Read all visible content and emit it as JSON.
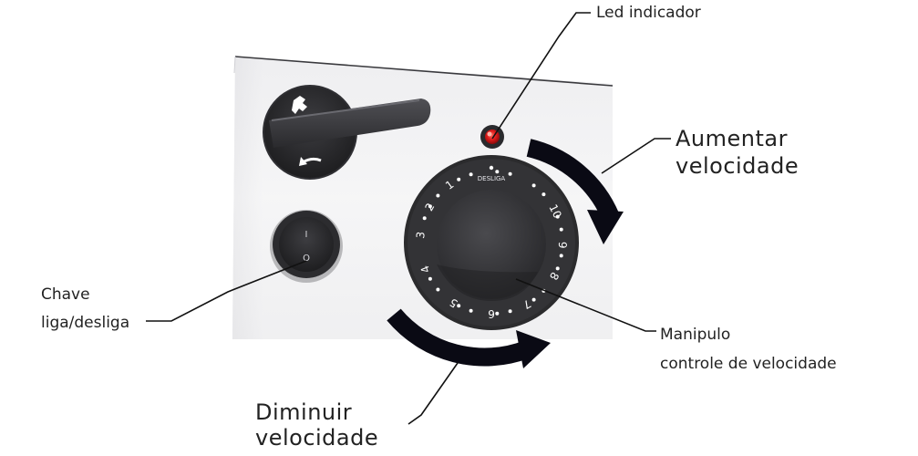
{
  "labels": {
    "led": "Led indicador",
    "increase_line1": "Aumentar",
    "increase_line2": "velocidade",
    "switch_line1": "Chave",
    "switch_line2": "liga/desliga",
    "knob_line1": "Manipulo",
    "knob_line2": "controle de velocidade",
    "decrease_line1": "Diminuir",
    "decrease_line2": "velocidade"
  },
  "knob": {
    "off_label": "DESLIGA",
    "scale": [
      "1",
      "2",
      "3",
      "4",
      "5",
      "6",
      "7",
      "8",
      "9",
      "10"
    ]
  },
  "power_switch": {
    "on_symbol": "I",
    "off_symbol": "O"
  },
  "colors": {
    "led": "#e01b1b",
    "arrow": "#0a0a14",
    "knob": "#2b2b2d",
    "panel": "#f3f3f4"
  },
  "icons": {
    "lever_top": "rotate-arrow-icon",
    "lever_bottom": "return-arrow-icon"
  }
}
